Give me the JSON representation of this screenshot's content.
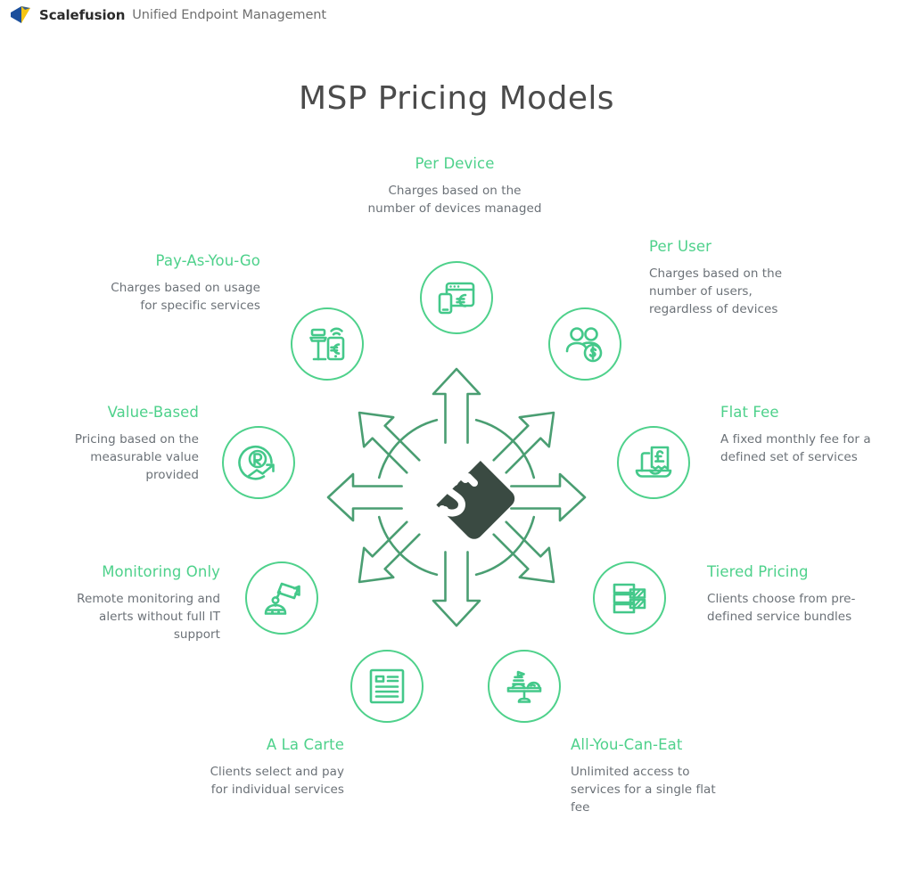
{
  "brand": {
    "logo_icon": "scalefusion-arrow-logo",
    "name": "Scalefusion",
    "tagline": "Unified Endpoint Management",
    "logo_colors": {
      "blue": "#1b4f9c",
      "yellow": "#f5c413"
    }
  },
  "page": {
    "title": "MSP Pricing Models",
    "title_color": "#4b4b4b",
    "background": "#ffffff"
  },
  "theme": {
    "accent_green": "#4ed18b",
    "icon_green": "#44c88a",
    "body_text": "#6b7177",
    "hub_dark": "#3a4a42"
  },
  "hub": {
    "icon": "price-tag-dollar-icon",
    "arrow_count": 8,
    "arrow_color": "#4a9e72"
  },
  "models": [
    {
      "id": "per-device",
      "title": "Per Device",
      "desc": "Charges based on the number of devices managed",
      "icon": "browser-euro-mobile-icon",
      "align": "center"
    },
    {
      "id": "per-user",
      "title": "Per User",
      "desc": "Charges based on the number of users, regardless of devices",
      "icon": "users-dollar-icon",
      "align": "left"
    },
    {
      "id": "flat-fee",
      "title": "Flat Fee",
      "desc": "A fixed monthly fee for a defined set of services",
      "icon": "laptop-pound-receipt-icon",
      "align": "left"
    },
    {
      "id": "tiered",
      "title": "Tiered Pricing",
      "desc": "Clients choose from pre-defined service bundles",
      "icon": "tier-bars-icon",
      "align": "left"
    },
    {
      "id": "all-you-can-eat",
      "title": "All-You-Can-Eat",
      "desc": "Unlimited access to services for a single flat fee",
      "icon": "buffet-stand-icon",
      "align": "left"
    },
    {
      "id": "a-la-carte",
      "title": "A La Carte",
      "desc": "Clients select and pay for individual services",
      "icon": "menu-document-icon",
      "align": "right"
    },
    {
      "id": "monitoring",
      "title": "Monitoring Only",
      "desc": "Remote monitoring and alerts without full IT support",
      "icon": "security-camera-icon",
      "align": "right"
    },
    {
      "id": "value-based",
      "title": "Value-Based",
      "desc": "Pricing based on the measurable value provided",
      "icon": "roi-growth-arrow-icon",
      "align": "right"
    },
    {
      "id": "pay-as-you-go",
      "title": "Pay-As-You-Go",
      "desc": "Charges based on usage for specific services",
      "icon": "contactless-payment-euro-icon",
      "align": "right"
    }
  ]
}
